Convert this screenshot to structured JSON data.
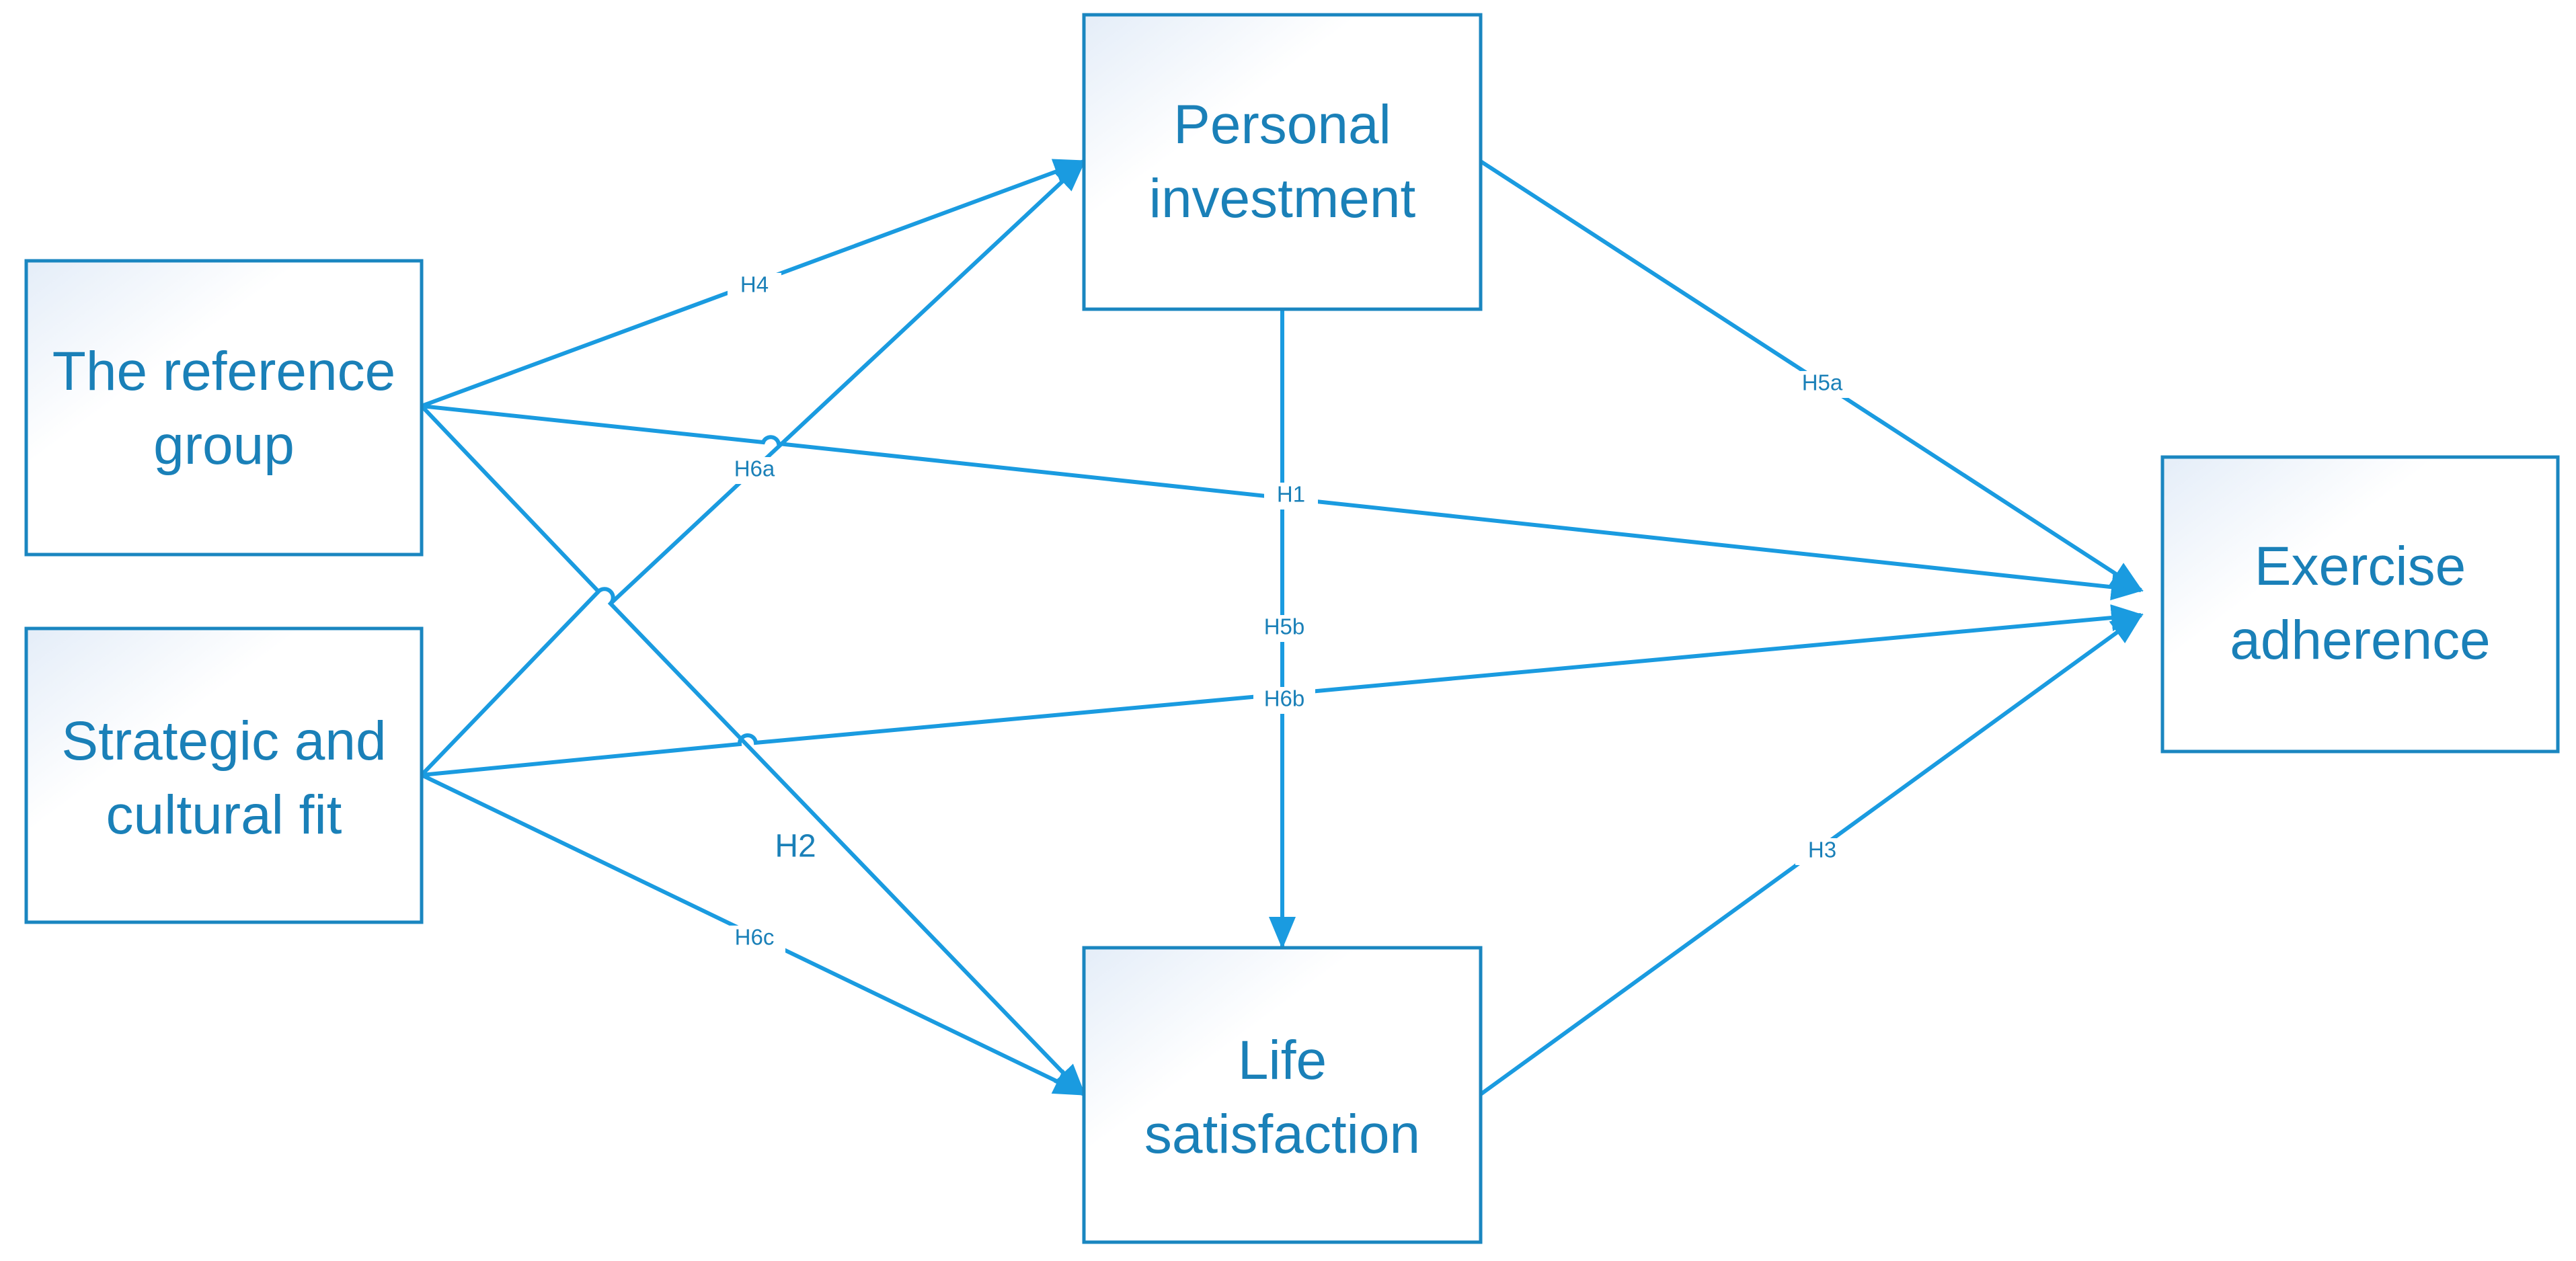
{
  "nodes": {
    "reference_group": {
      "line1": "The reference",
      "line2": "group"
    },
    "strategic_fit": {
      "line1": "Strategic and",
      "line2": "cultural fit"
    },
    "personal_investment": {
      "line1": "Personal",
      "line2": "investment"
    },
    "life_satisfaction": {
      "line1": "Life",
      "line2": "satisfaction"
    },
    "exercise_adherence": {
      "line1": "Exercise",
      "line2": "adherence"
    }
  },
  "edges": {
    "h4": "H4",
    "h6a": "H6a",
    "h1": "H1",
    "h2": "H2",
    "h6b": "H6b",
    "h6c": "H6c",
    "h5a": "H5a",
    "h5b": "H5b",
    "h3": "H3"
  }
}
